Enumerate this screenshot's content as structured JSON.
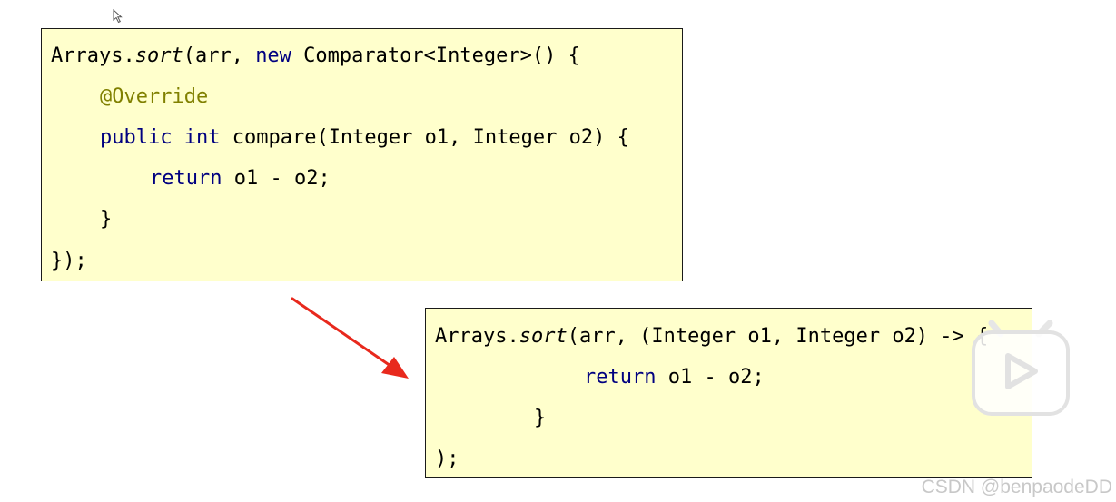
{
  "colors": {
    "code_background": "#ffffcc",
    "keyword": "#000080",
    "annotation": "#808000",
    "arrow": "#e8291d",
    "watermark": "#c8c8c8"
  },
  "icons": [
    "mouse-cursor-icon",
    "arrow-icon",
    "play-icon"
  ],
  "snippet_anonymous": {
    "l1_a": "Arrays.",
    "l1_b": "sort",
    "l1_c": "(arr, ",
    "l1_d": "new",
    "l1_e": " Comparator<Integer>() {",
    "l2": "@Override",
    "l3_a": "public",
    "l3_b": " ",
    "l3_c": "int",
    "l3_d": " compare(Integer o1, Integer o2) {",
    "l4_a": "return",
    "l4_b": " o1 - o2;",
    "l5": "}",
    "l6": "});"
  },
  "snippet_lambda": {
    "l1_a": "Arrays.",
    "l1_b": "sort",
    "l1_c": "(arr, (Integer o1, Integer o2) -> {",
    "l2_a": "return",
    "l2_b": " o1 - o2;",
    "l3": "}",
    "l4": ");"
  },
  "watermark": "CSDN @benpaodeDD"
}
